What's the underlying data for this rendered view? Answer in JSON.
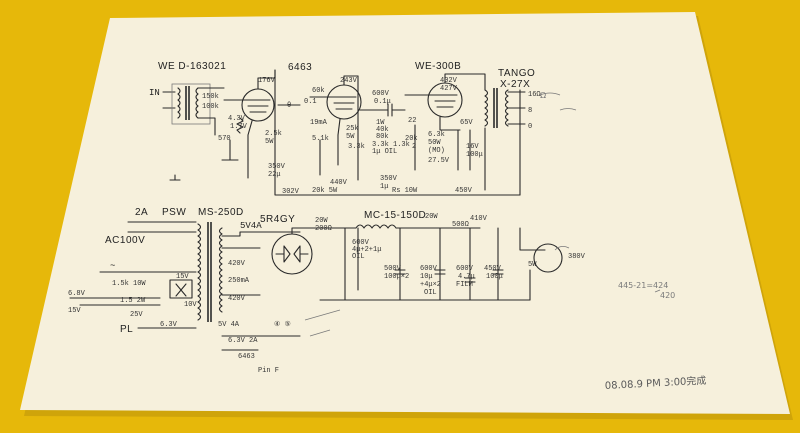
{
  "schematic": {
    "labels": {
      "input_transformer": "WE D-163021",
      "driver_tube": "6463",
      "output_tube": "WE-300B",
      "output_transformer": "TANGO",
      "output_transformer_model": "X-27X",
      "input_label": "IN",
      "power_transformer": "MS-250D",
      "choke": "MC-15-150D",
      "rectifier_tube": "5R4GY",
      "rectifier_alt": "5V4A",
      "ac_input": "AC100V",
      "fuse": "2A",
      "switch": "PSW",
      "heater_6463": "6463",
      "pilot_lamp": "PL",
      "cap_oil": "600V 4μ+2+1μ OIL",
      "cap_1": "500V 100μ×2",
      "cap_2": "600V 10μ+4μ×2 OIL",
      "cap_film": "600V 4.7μ FILM",
      "cap_3": "450V 100μ",
      "res_20w": "20W",
      "v_410": "410V",
      "v_440": "440V",
      "v_450": "450V",
      "v_402": "402V",
      "v_427": "427V",
      "v_243": "243V",
      "v_176": "176V",
      "v_302": "302V",
      "v_380": "380V",
      "ohm_16": "16Ω",
      "ohm_8": "8",
      "ohm_0": "0",
      "fil_5v4a": "5V 4A",
      "fil_63v": "6.3V",
      "fil_5v": "5V",
      "fil_15v": "15V",
      "fil_25v": "2.5V",
      "v_10v": "10V",
      "v_5": "5V"
    },
    "pencil_notes": {
      "date_signature": "08.08.9 PM 3:00完成",
      "side_note": "445-21=424",
      "side_note2": "420"
    }
  }
}
